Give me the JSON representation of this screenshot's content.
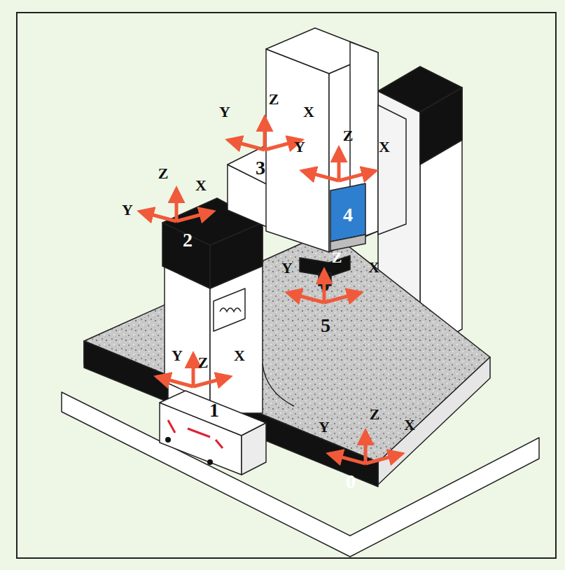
{
  "diagram": {
    "labels": [
      "Y",
      "Z",
      "X",
      "3",
      "Y",
      "Z",
      "X",
      "4",
      "Z",
      "X",
      "Y",
      "2",
      "Y",
      "Z",
      "X",
      "5",
      "Y",
      "Z",
      "X",
      "1",
      "Y",
      "Z",
      "X",
      "0"
    ]
  }
}
